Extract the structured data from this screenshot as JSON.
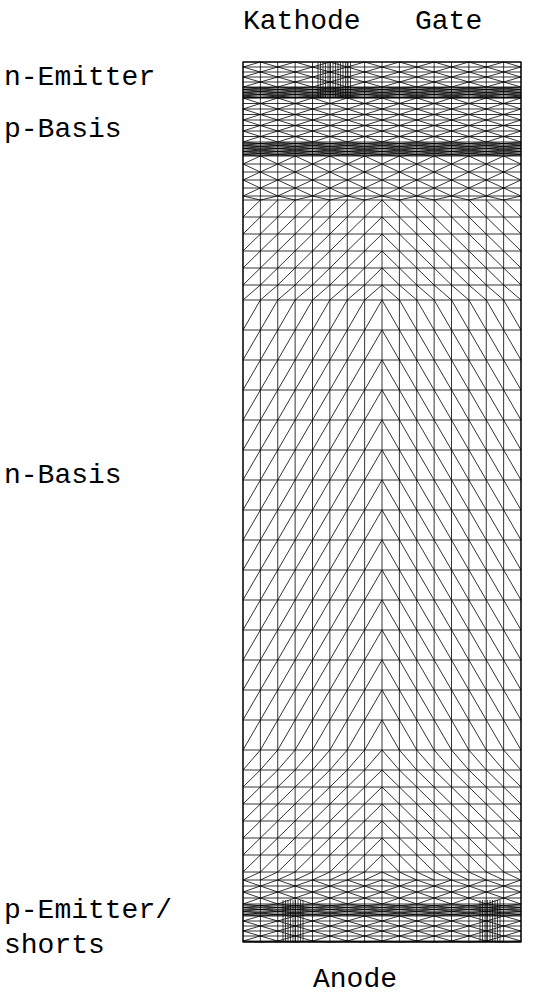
{
  "diagram": {
    "labels": [
      "Kathode",
      "Gate",
      "n-Emitter",
      "p-Basis",
      "n-Basis",
      "p-Emitter/ shorts",
      "Anode"
    ]
  }
}
